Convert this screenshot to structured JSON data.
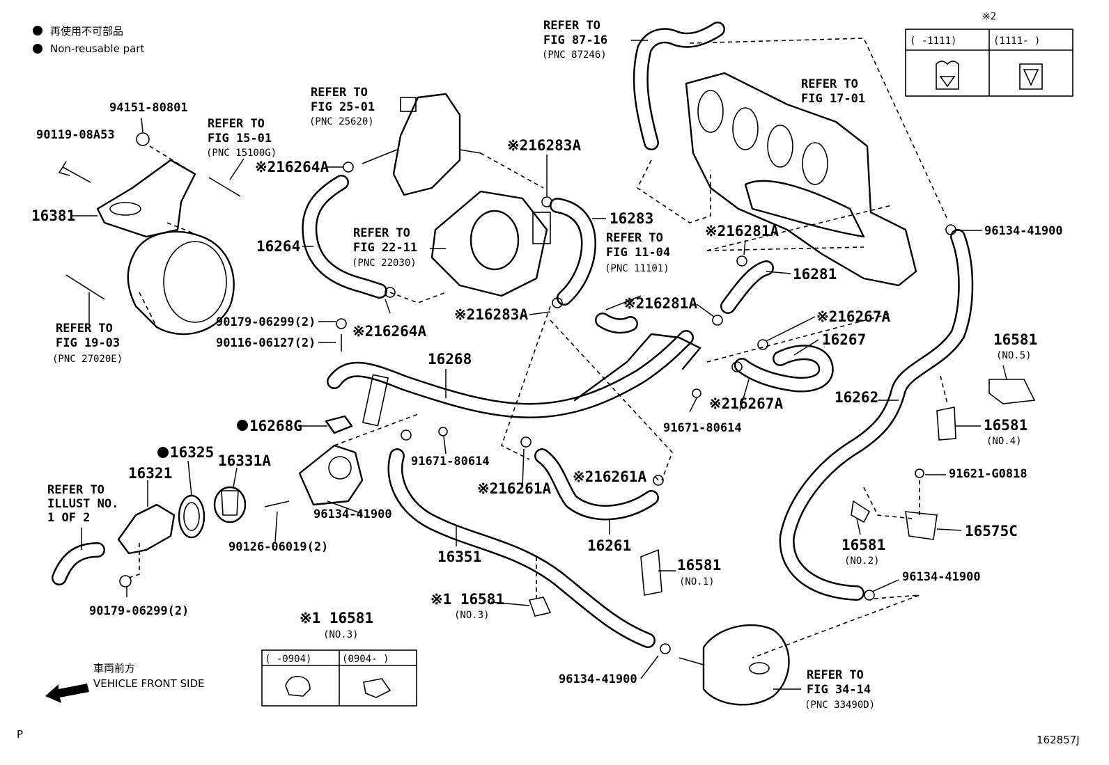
{
  "legend": {
    "jp": "再使用不可部品",
    "en": "Non-reusable part"
  },
  "refs": {
    "fig8716": {
      "l1": "REFER TO",
      "l2": "FIG 87-16",
      "l3": "(PNC 87246)"
    },
    "fig1701": {
      "l1": "REFER TO",
      "l2": "FIG 17-01"
    },
    "fig2501": {
      "l1": "REFER TO",
      "l2": "FIG 25-01",
      "l3": "(PNC 25620)"
    },
    "fig1501": {
      "l1": "REFER TO",
      "l2": "FIG 15-01",
      "l3": "(PNC 15100G)"
    },
    "fig2211": {
      "l1": "REFER TO",
      "l2": "FIG 22-11",
      "l3": "(PNC 22030)"
    },
    "fig1104": {
      "l1": "REFER TO",
      "l2": "FIG 11-04",
      "l3": "(PNC 11101)"
    },
    "fig1903": {
      "l1": "REFER TO",
      "l2": "FIG 19-03",
      "l3": "(PNC 27020E)"
    },
    "illust": {
      "l1": "REFER TO",
      "l2": "ILLUST NO.",
      "l3": "1 OF 2"
    },
    "fig3414": {
      "l1": "REFER TO",
      "l2": "FIG 34-14",
      "l3": "(PNC 33490D)"
    }
  },
  "parts": {
    "p94151": "94151-80801",
    "p90119": "90119-08A53",
    "p16381": "16381",
    "p16264A_top": "※216264A",
    "p16264": "16264",
    "p16283A_top": "※216283A",
    "p16283": "16283",
    "p16281A_top": "※216281A",
    "p16281": "16281",
    "p96134_r": "96134-41900",
    "p90179_a": "90179-06299(2)",
    "p90116": "90116-06127(2)",
    "p16264A_bot": "※216264A",
    "p16283A_bot": "※216283A",
    "p16281A_bot": "※216281A",
    "p16267A_top": "※216267A",
    "p16267": "16267",
    "p16268": "16268",
    "p16268G": "16268G",
    "p16325": "16325",
    "p16321": "16321",
    "p16331A": "16331A",
    "p91671_a": "91671-80614",
    "p16267A_bot": "※216267A",
    "p91671_b": "91671-80614",
    "p16262": "16262",
    "p16581_5": "16581",
    "p16581_5n": "(NO.5)",
    "p16581_4": "16581",
    "p16581_4n": "(NO.4)",
    "p96134_m": "96134-41900",
    "p16261A_l": "※216261A",
    "p16261A_r": "※216261A",
    "p90126": "90126-06019(2)",
    "p16261": "16261",
    "p16351": "16351",
    "p16581_1": "16581",
    "p16581_1n": "(NO.1)",
    "p16581_3": "※1 16581",
    "p16581_3n": "(NO.3)",
    "p91621": "91621-G0818",
    "p16575C": "16575C",
    "p16581_2": "16581",
    "p16581_2n": "(NO.2)",
    "p96134_br": "96134-41900",
    "p90179_b": "90179-06299(2)",
    "p96134_b": "96134-41900"
  },
  "table_top": {
    "title": "※2",
    "col1": "(     -1111)",
    "col2": "(1111-      )"
  },
  "table_bottom": {
    "title": "※1 16581",
    "sub": "(NO.3)",
    "col1": "(     -0904)",
    "col2": "(0904-      )"
  },
  "direction": {
    "jp": "車両前方",
    "en": "VEHICLE FRONT SIDE"
  },
  "footer": {
    "left": "P",
    "code": "162857J"
  }
}
